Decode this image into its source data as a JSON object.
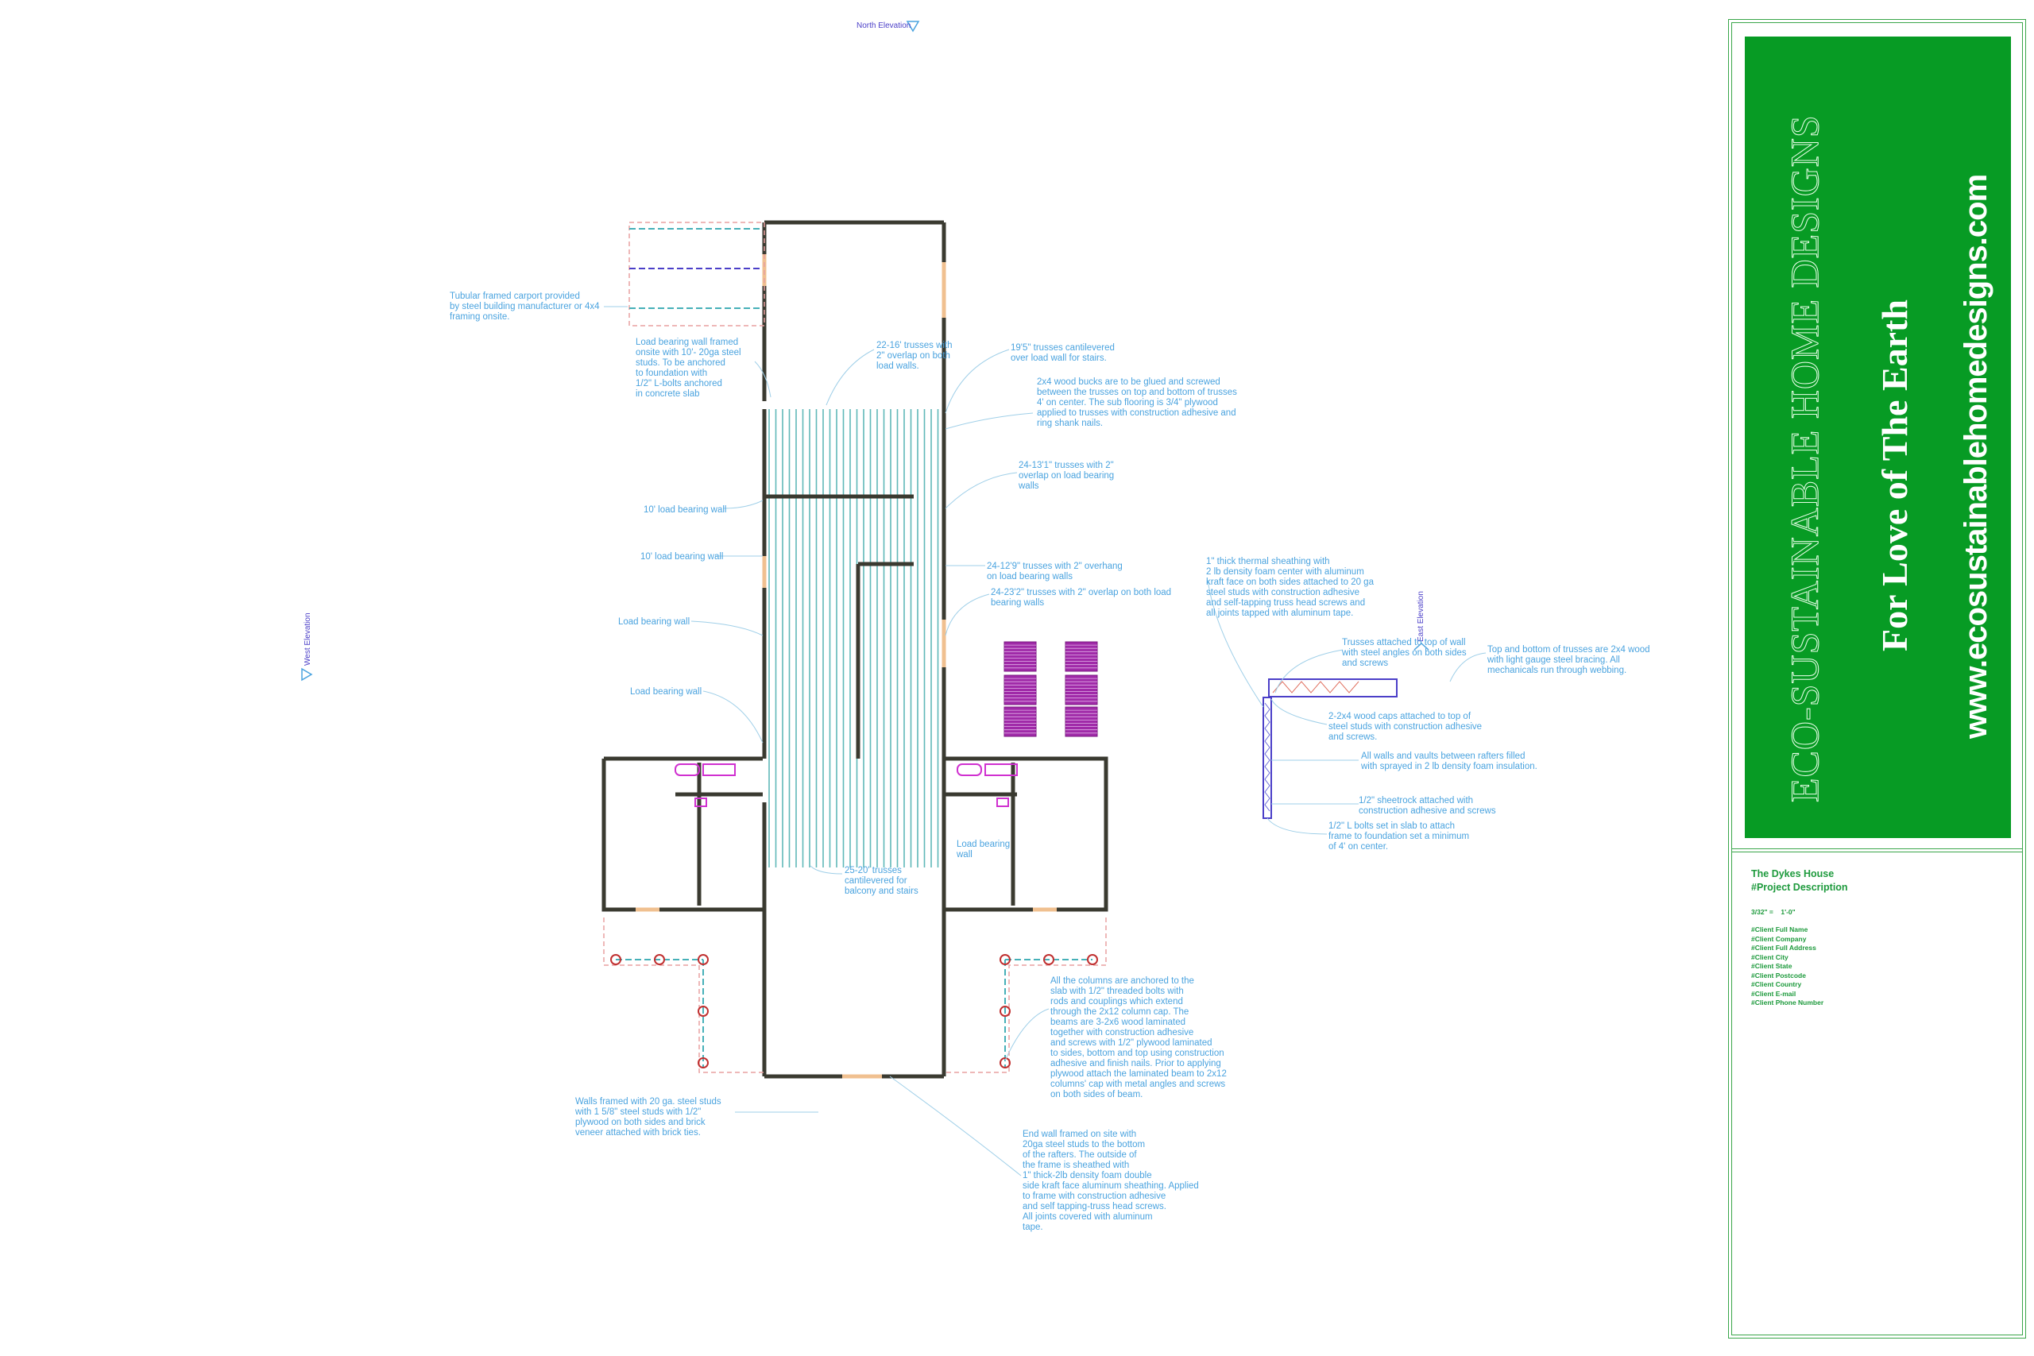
{
  "elevations": {
    "north": "North Elevation",
    "west": "West Elevation",
    "east": "East Elevation"
  },
  "notes": {
    "carport": "Tubular framed carport provided\nby steel building manufacturer or 4x4\nframing onsite.",
    "load_wall_framed": "Load bearing wall framed\nonsite with 10'- 20ga steel\nstuds. To be anchored\nto foundation with\n1/2\" L-bolts anchored\nin concrete slab",
    "trusses_22_16": "22-16' trusses with\n2\" overlap on both\nload walls.",
    "trusses_19_5": "19'5\" trusses cantilevered\nover load wall for stairs.",
    "wood_bucks": "2x4 wood bucks are to be glued and screwed\nbetween the trusses on top and bottom of trusses\n4' on center. The sub flooring is 3/4\" plywood\napplied to trusses with construction adhesive and\nring shank nails.",
    "trusses_24_13_1": "24-13'1\" trusses with 2\"\noverlap on load bearing\nwalls",
    "load_wall_10_a": "10' load bearing wall",
    "load_wall_10_b": "10' load bearing wall",
    "load_wall_a": "Load bearing wall",
    "load_wall_b": "Load bearing wall",
    "trusses_24_12_9": "24-12'9\" trusses with 2\" overhang\non load bearing walls",
    "trusses_24_23_2": "24-23'2\" trusses with 2\" overlap on both load\nbearing walls",
    "load_wall_c": "Load bearing\nwall",
    "trusses_25_20": "25-20' trusses\ncantilevered for\nbalcony and stairs",
    "columns": "All the columns are anchored to the\nslab with 1/2\" threaded bolts with\nrods and couplings which extend\nthrough the 2x12 column cap. The\nbeams are 3-2x6 wood laminated\ntogether with construction adhesive\nand screws with 1/2\" plywood laminated\nto sides, bottom and top using construction\nadhesive and finish nails. Prior to applying\nplywood attach the laminated beam to 2x12\ncolumns' cap with metal angles and screws\non both sides of beam.",
    "walls_framed": "Walls framed with 20 ga. steel studs\nwith 1 5/8\" steel studs with 1/2\"\nplywood on both sides and brick\nveneer attached with brick ties.",
    "end_wall": "End wall framed on site with\n20ga steel studs to the bottom\nof the rafters. The outside of\nthe frame is sheathed with\n1\" thick-2lb density foam double\nside kraft face aluminum sheathing. Applied\nto frame with construction adhesive\nand self tapping-truss head screws.\nAll joints covered with aluminum\ntape.",
    "thermal_sheathing": "1\" thick thermal sheathing with\n2 lb density foam center with aluminum\nkraft face on both sides attached to 20 ga\nsteel studs with construction adhesive\nand self-tapping truss head screws and\nall joints tapped with aluminum tape.",
    "trusses_attached": "Trusses attached to top of wall\nwith steel angles on both sides\nand screws",
    "truss_top_bottom": "Top and bottom of trusses are 2x4 wood\nwith light gauge steel bracing. All\nmechanicals run through webbing.",
    "wood_caps": "2-2x4 wood caps attached to top of\nsteel studs with construction adhesive\nand screws.",
    "foam_insulation": "All walls and vaults between rafters filled\nwith sprayed in 2 lb density foam insulation.",
    "sheetrock": "1/2\" sheetrock attached with\nconstruction adhesive and screws",
    "l_bolts": "1/2\" L bolts set in slab to attach\nframe to foundation set a minimum\nof 4' on center."
  },
  "title_block": {
    "company": "ECO-SUSTAINABLE HOME DESIGNS",
    "slogan": "For Love of The Earth",
    "website": "www.ecosustainablehomedesigns.com",
    "project_name": "The Dykes House",
    "project_description": "#Project Description",
    "scale": "3/32\" =    1'-0\"",
    "client_fields": [
      "#Client Full Name",
      "#Client Company",
      "#Client Full Address",
      "#Client City",
      "#Client State",
      "#Client Postcode",
      "#Client Country",
      "#Client E-mail",
      "#Client Phone Number"
    ]
  },
  "colors": {
    "brand_green": "#079b24",
    "note_blue": "#4aa3df",
    "truss_teal": "#5fb8b8",
    "solar_purple": "#a02aa8",
    "wall": "#3a3a30"
  }
}
